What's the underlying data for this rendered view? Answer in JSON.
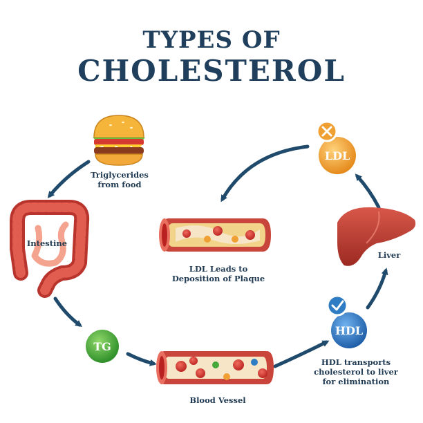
{
  "title": {
    "line1": "TYPES OF",
    "line2": "CHOLESTEROL"
  },
  "labels": {
    "triglycerides": [
      "Triglycerides",
      "from food"
    ],
    "intestine": "Intestine",
    "tg": "TG",
    "blood_vessel": "Blood Vessel",
    "hdl": "HDL",
    "hdl_transport": [
      "HDL transports",
      "cholesterol to liver",
      "for elimination"
    ],
    "liver": "Liver",
    "ldl": "LDL",
    "ldl_plaque": [
      "LDL Leads to",
      "Deposition of Plaque"
    ]
  },
  "colors": {
    "title": "#1f3f5c",
    "arrow": "#1f4a6b",
    "tg_badge": "#46a83a",
    "hdl_badge": "#2e7cc4",
    "ldl_badge": "#f0a032",
    "vessel": "#c9443a",
    "blood_cell": "#d6312f"
  },
  "icons": [
    "burger-icon",
    "intestine-icon",
    "liver-icon",
    "check-icon",
    "cross-icon"
  ]
}
